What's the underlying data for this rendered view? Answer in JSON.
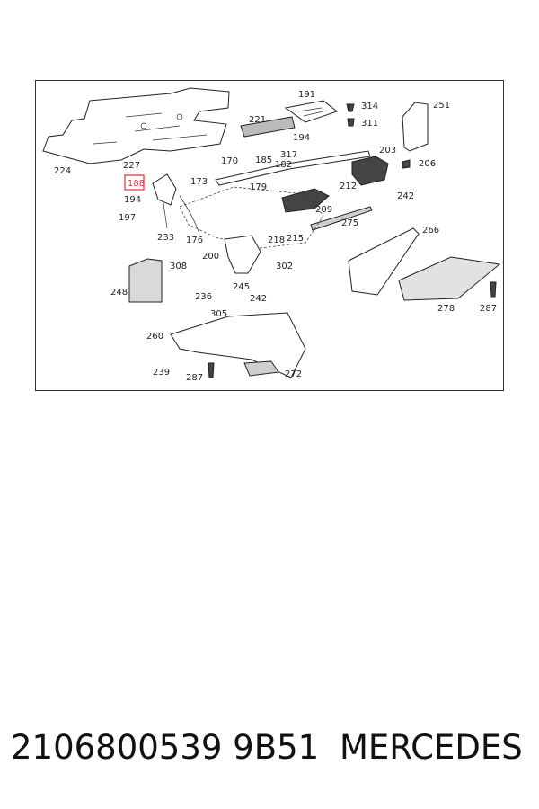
{
  "diagram": {
    "highlight_color": "#e0303a",
    "callouts": {
      "c191": "191",
      "c314": "314",
      "c311": "311",
      "c251": "251",
      "c221": "221",
      "c194a": "194",
      "c203": "203",
      "c206": "206",
      "c224": "224",
      "c227": "227",
      "c170": "170",
      "c185": "185",
      "c317": "317",
      "c182": "182",
      "c188": "188",
      "c173": "173",
      "c212": "212",
      "c242a": "242",
      "c194b": "194",
      "c179": "179",
      "c209": "209",
      "c197": "197",
      "c275": "275",
      "c233": "233",
      "c176": "176",
      "c218": "218",
      "c215": "215",
      "c266": "266",
      "c200": "200",
      "c302": "302",
      "c308": "308",
      "c248": "248",
      "c245": "245",
      "c236": "236",
      "c242b": "242",
      "c278": "278",
      "c287a": "287",
      "c305": "305",
      "c260": "260",
      "c239": "239",
      "c287b": "287",
      "c272": "272"
    }
  },
  "caption": {
    "part_number": "2106800539 9B51",
    "brand": "MERCEDES"
  }
}
